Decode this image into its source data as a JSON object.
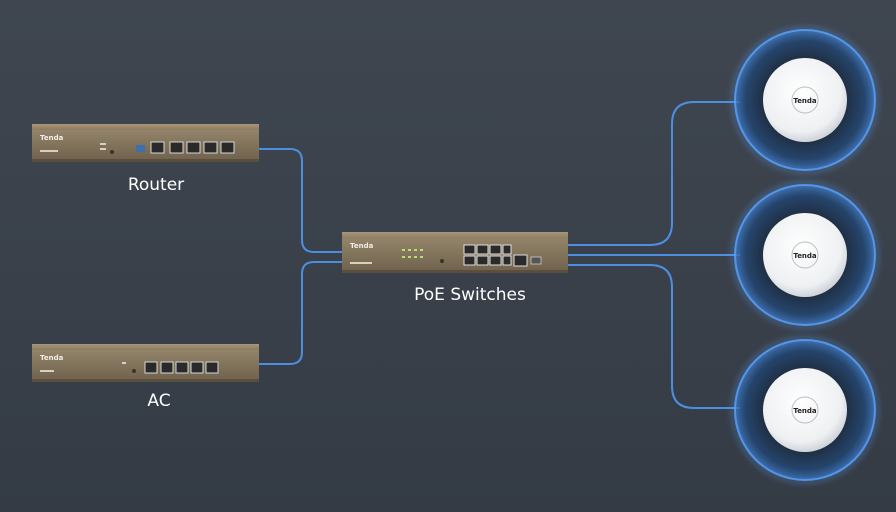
{
  "labels": {
    "router": "Router",
    "ac": "AC",
    "switch": "PoE Switches"
  },
  "brand": "Tenda",
  "colors": {
    "cable": "#4a8fe0",
    "ap_glow": "#5aa3ff",
    "device_body": "#8a7a62",
    "device_face": "#7d6d55",
    "background": "#3b424c"
  }
}
